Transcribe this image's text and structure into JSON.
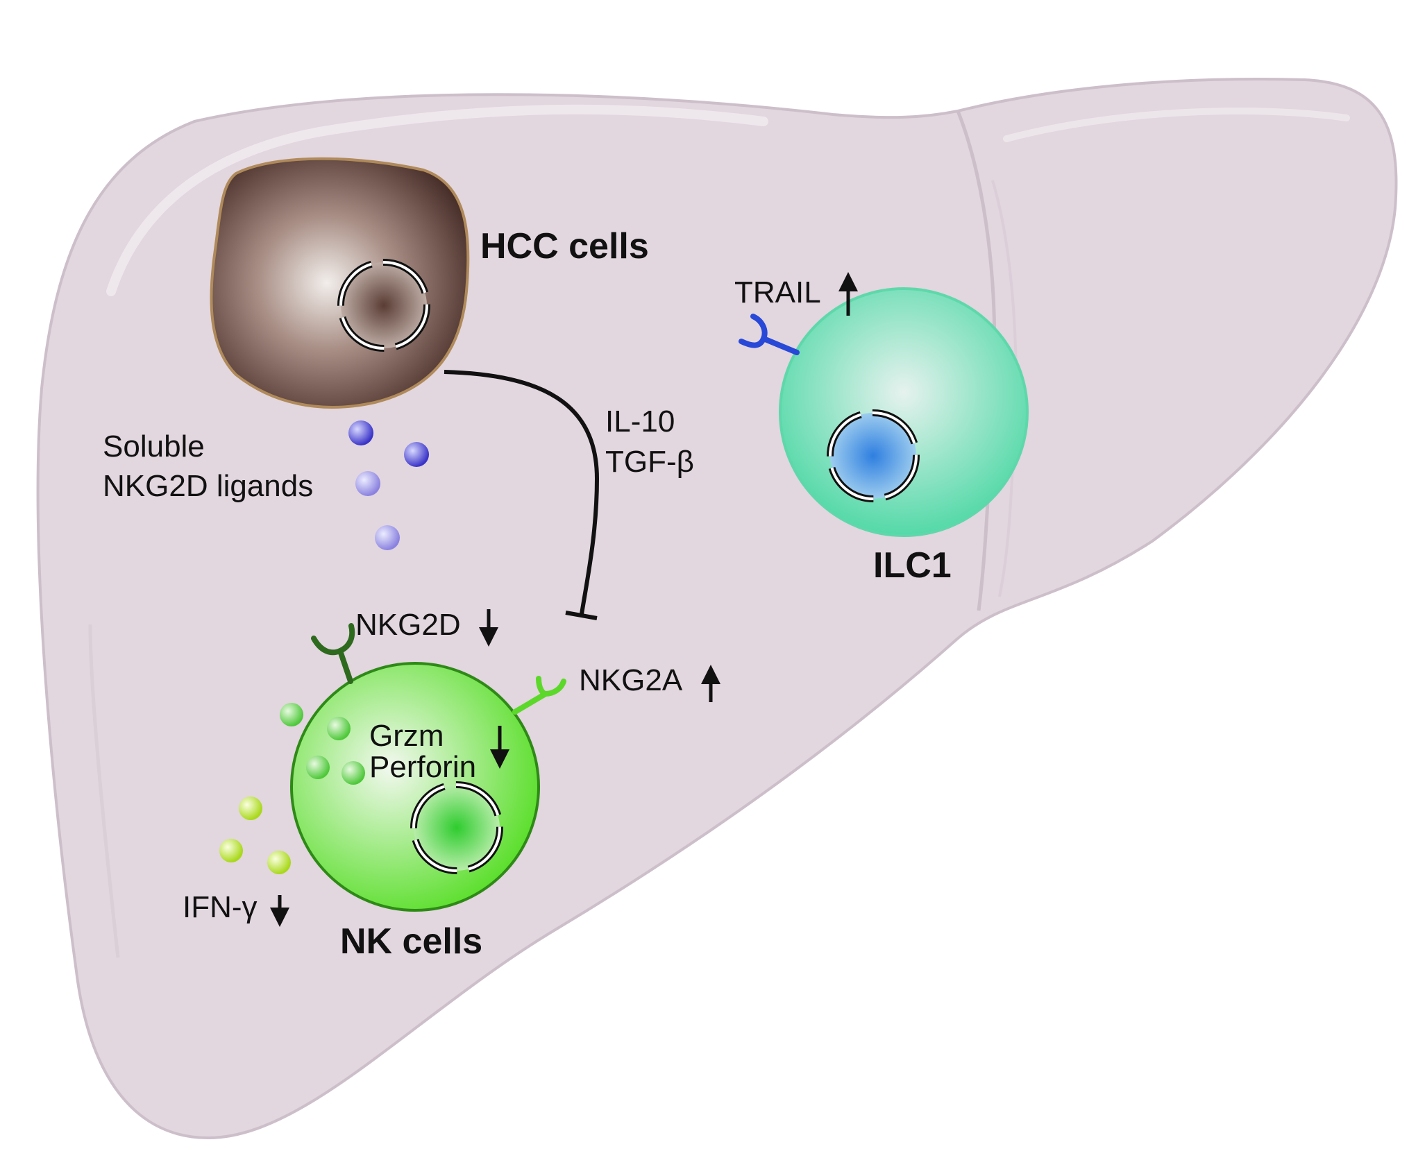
{
  "diagram": {
    "hcc": {
      "label": "HCC cells"
    },
    "ilc1": {
      "label": "ILC1",
      "receptor_label": "TRAIL",
      "receptor_trend": "up"
    },
    "nk": {
      "label": "NK cells",
      "receptor_activating": "NKG2D",
      "receptor_activating_trend": "down",
      "receptor_inhibitory": "NKG2A",
      "receptor_inhibitory_trend": "up",
      "granule_line1": "Grzm",
      "granule_line2": "Perforin",
      "granule_trend": "down"
    },
    "soluble_ligands": {
      "line1": "Soluble",
      "line2": "NKG2D ligands"
    },
    "cytokines": {
      "line1": "IL-10",
      "line2": "TGF-β"
    },
    "ifn": {
      "label": "IFN-γ",
      "trend": "down"
    }
  },
  "colors": {
    "liver": "#e2d6df",
    "liver_outline": "#cdbfca",
    "hcc_dark": "#5a3d35",
    "hcc_outline": "#b08a5a",
    "ilc1": "#6fdcb0",
    "ilc1_nucleus": "#3f8fe0",
    "nk": "#6ee23e",
    "nk_outline": "#2e8a16",
    "ligand": "#5a55d8",
    "ifn_granule": "#c8e824",
    "trail_receptor": "#2848d8",
    "nkg2d_receptor": "#2e6a1e",
    "nkg2a_receptor": "#5cd82a"
  }
}
